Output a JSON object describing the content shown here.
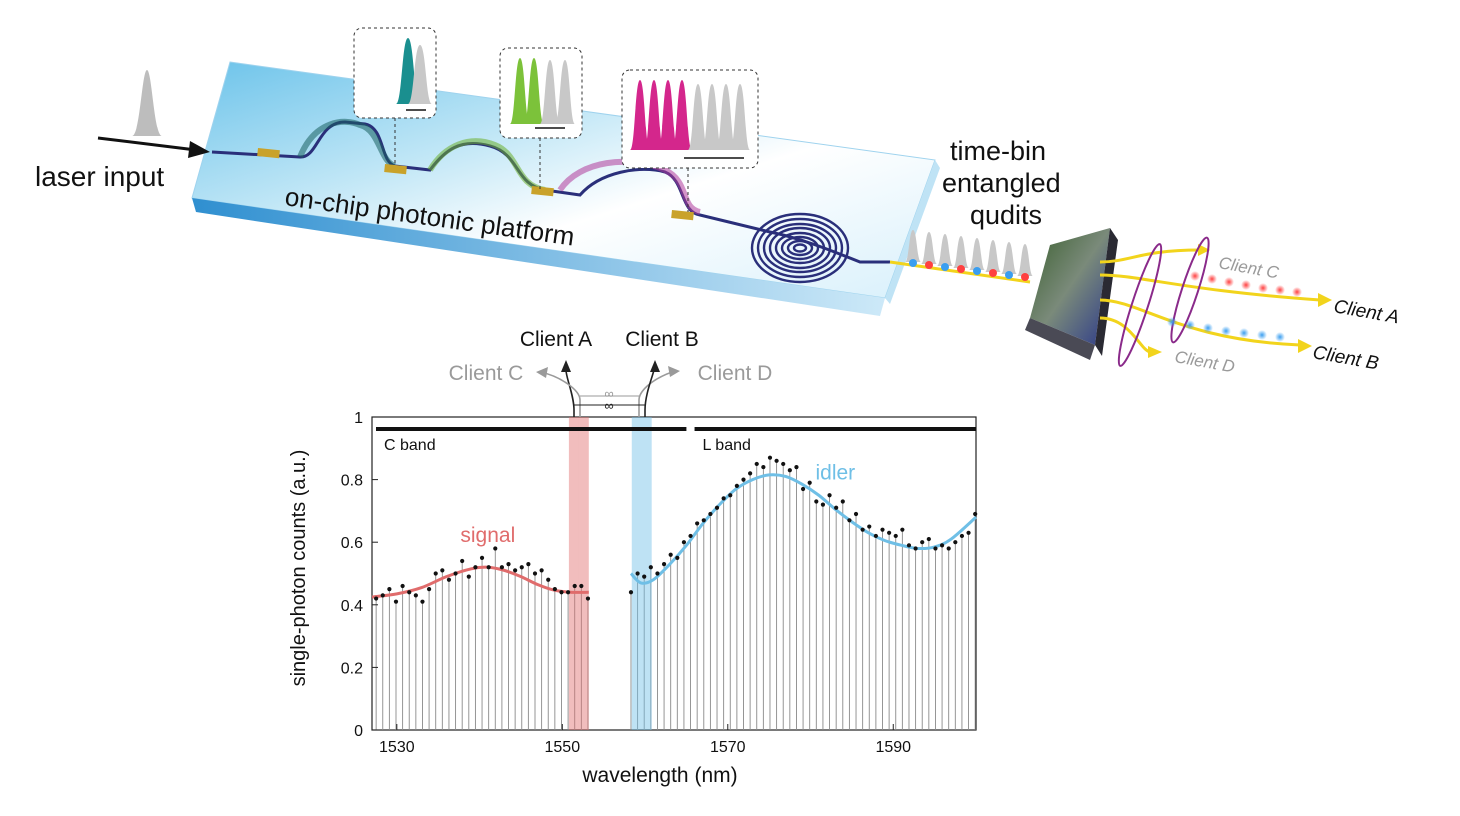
{
  "labels": {
    "laser_input": "laser input",
    "platform": "on-chip photonic platform",
    "qudits_line1": "time-bin",
    "qudits_line2": "entangled",
    "qudits_line3": "qudits",
    "client_a": "Client A",
    "client_b": "Client B",
    "client_c": "Client C",
    "client_d": "Client D",
    "inf1": "∞",
    "inf2": "∞"
  },
  "colors": {
    "chip": "#9ed8f0",
    "chip_edge": "#2f8fd0",
    "teal": "#1a8f8f",
    "green": "#7cc23a",
    "magenta": "#d4268c",
    "pulse_gray": "#c8c8c8",
    "signal": "#e06c6c",
    "idler": "#6fbfe6",
    "yellow": "#f2d41c",
    "purple": "#8a2a8a"
  },
  "chart_data": {
    "type": "bar",
    "xlabel": "wavelength (nm)",
    "ylabel": "single-photon  counts (a.u.)",
    "xlim": [
      1527,
      1600
    ],
    "ylim": [
      0,
      1
    ],
    "xticks": [
      1530,
      1550,
      1570,
      1590
    ],
    "yticks": [
      0,
      0.2,
      0.4,
      0.6,
      0.8,
      1
    ],
    "bands": [
      {
        "name": "C band",
        "range": [
          1527,
          1565
        ]
      },
      {
        "name": "L band",
        "range": [
          1565.5,
          1600
        ]
      }
    ],
    "series": [
      {
        "name": "signal",
        "x": [
          1527.5,
          1528.3,
          1529.1,
          1529.9,
          1530.7,
          1531.5,
          1532.3,
          1533.1,
          1533.9,
          1534.7,
          1535.5,
          1536.3,
          1537.1,
          1537.9,
          1538.7,
          1539.5,
          1540.3,
          1541.1,
          1541.9,
          1542.7,
          1543.5,
          1544.3,
          1545.1,
          1545.9,
          1546.7,
          1547.5,
          1548.3,
          1549.1,
          1549.9,
          1550.7,
          1551.5,
          1552.3,
          1553.1
        ],
        "values": [
          0.42,
          0.43,
          0.45,
          0.41,
          0.46,
          0.44,
          0.43,
          0.41,
          0.45,
          0.5,
          0.51,
          0.48,
          0.5,
          0.54,
          0.49,
          0.52,
          0.55,
          0.52,
          0.58,
          0.52,
          0.53,
          0.51,
          0.52,
          0.53,
          0.5,
          0.51,
          0.48,
          0.45,
          0.44,
          0.44,
          0.46,
          0.46,
          0.42
        ]
      },
      {
        "name": "idler",
        "x": [
          1558.3,
          1559.1,
          1559.9,
          1560.7,
          1561.5,
          1562.3,
          1563.1,
          1563.9,
          1564.7,
          1565.5,
          1566.3,
          1567.1,
          1567.9,
          1568.7,
          1569.5,
          1570.3,
          1571.1,
          1571.9,
          1572.7,
          1573.5,
          1574.3,
          1575.1,
          1575.9,
          1576.7,
          1577.5,
          1578.3,
          1579.1,
          1579.9,
          1580.7,
          1581.5,
          1582.3,
          1583.1,
          1583.9,
          1584.7,
          1585.5,
          1586.3,
          1587.1,
          1587.9,
          1588.7,
          1589.5,
          1590.3,
          1591.1,
          1591.9,
          1592.7,
          1593.5,
          1594.3,
          1595.1,
          1595.9,
          1596.7,
          1597.5,
          1598.3,
          1599.1,
          1599.9
        ],
        "values": [
          0.44,
          0.5,
          0.49,
          0.52,
          0.5,
          0.53,
          0.56,
          0.55,
          0.6,
          0.62,
          0.66,
          0.67,
          0.69,
          0.71,
          0.74,
          0.75,
          0.78,
          0.8,
          0.82,
          0.85,
          0.84,
          0.87,
          0.86,
          0.85,
          0.83,
          0.84,
          0.77,
          0.79,
          0.73,
          0.72,
          0.75,
          0.71,
          0.73,
          0.67,
          0.69,
          0.64,
          0.65,
          0.62,
          0.64,
          0.63,
          0.62,
          0.64,
          0.59,
          0.58,
          0.6,
          0.61,
          0.58,
          0.59,
          0.58,
          0.6,
          0.62,
          0.63,
          0.69
        ]
      }
    ],
    "fits": [
      {
        "name": "signal",
        "x": [
          1527,
          1530,
          1533,
          1536,
          1539,
          1541,
          1543,
          1545,
          1547,
          1549,
          1551,
          1553.2
        ],
        "values": [
          0.425,
          0.435,
          0.455,
          0.49,
          0.515,
          0.52,
          0.51,
          0.49,
          0.465,
          0.447,
          0.44,
          0.44
        ]
      },
      {
        "name": "idler",
        "x": [
          1558.3,
          1559.5,
          1561,
          1563,
          1565,
          1567,
          1569,
          1571,
          1573,
          1575,
          1577,
          1579,
          1581,
          1583,
          1585,
          1587,
          1589,
          1591,
          1593,
          1595,
          1597,
          1600
        ],
        "values": [
          0.5,
          0.47,
          0.48,
          0.53,
          0.59,
          0.66,
          0.72,
          0.77,
          0.8,
          0.815,
          0.81,
          0.785,
          0.75,
          0.705,
          0.665,
          0.63,
          0.605,
          0.59,
          0.58,
          0.585,
          0.61,
          0.68
        ]
      }
    ],
    "channels": [
      {
        "client": "Client C",
        "center": 1551.4,
        "color": "signal"
      },
      {
        "client": "Client A",
        "center": 1552.6,
        "color": "signal"
      },
      {
        "client": "Client B",
        "center": 1559.0,
        "color": "idler"
      },
      {
        "client": "Client D",
        "center": 1560.2,
        "color": "idler"
      }
    ],
    "series_labels": [
      {
        "text": "signal",
        "x": 1541,
        "y": 0.6
      },
      {
        "text": "idler",
        "x": 1583,
        "y": 0.8
      }
    ]
  }
}
